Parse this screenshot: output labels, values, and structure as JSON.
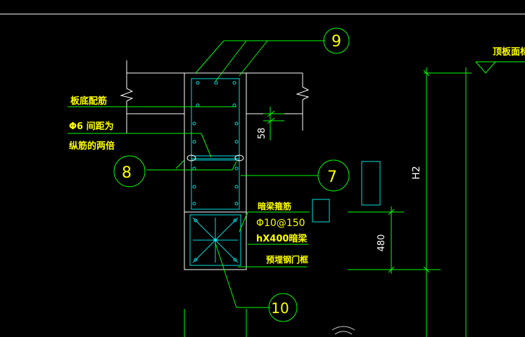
{
  "colors": {
    "background": "#000000",
    "leader": "#00ff00",
    "outline": "#ffffff",
    "rebar": "#00e0e0",
    "text": "#ffff00",
    "dimension": "#00ff00",
    "grid": "#00ff00",
    "hatch": "#ffffff"
  },
  "labels": {
    "bottom_rebar": "板底配筋",
    "stirrup_spacing_1": "Φ6 间距为",
    "stirrup_spacing_2": "纵筋的两倍",
    "hidden_beam_stirrup": "暗梁箍筋",
    "stirrup_spec": "Φ10@150",
    "hidden_beam_size": "hX400暗梁",
    "embedded_frame": "预埋钢门框",
    "slab_top_elevation": "顶板面标高"
  },
  "dimensions": {
    "d58": "58",
    "d480": "480",
    "h2": "H2"
  },
  "callouts": {
    "c9": "9",
    "c8": "8",
    "c7": "7",
    "c10": "10"
  }
}
